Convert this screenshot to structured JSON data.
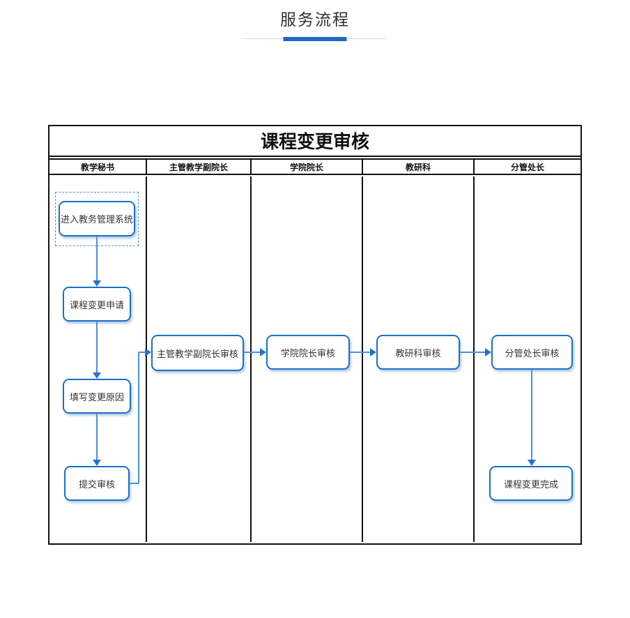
{
  "page": {
    "title": "服务流程"
  },
  "diagram": {
    "title": "课程变更审核",
    "lanes": [
      {
        "label": "教学秘书"
      },
      {
        "label": "主管教学副院长"
      },
      {
        "label": "学院院长"
      },
      {
        "label": "教研科"
      },
      {
        "label": "分管处长"
      }
    ],
    "nodes": [
      {
        "id": "enter-system",
        "label": "进入教务管理系统",
        "lane": "教学秘书",
        "shape": "rounded-with-dashed-frame"
      },
      {
        "id": "change-request",
        "label": "课程变更申请",
        "lane": "教学秘书",
        "shape": "rounded"
      },
      {
        "id": "fill-reason",
        "label": "填写变更原因",
        "lane": "教学秘书",
        "shape": "rounded"
      },
      {
        "id": "submit-review",
        "label": "提交审核",
        "lane": "教学秘书",
        "shape": "rounded"
      },
      {
        "id": "vice-dean-review",
        "label": "主管教学副院长审核",
        "lane": "主管教学副院长",
        "shape": "rounded"
      },
      {
        "id": "dean-review",
        "label": "学院院长审核",
        "lane": "学院院长",
        "shape": "rounded"
      },
      {
        "id": "research-review",
        "label": "教研科审核",
        "lane": "教研科",
        "shape": "rounded"
      },
      {
        "id": "director-review",
        "label": "分管处长审核",
        "lane": "分管处长",
        "shape": "rounded"
      },
      {
        "id": "change-complete",
        "label": "课程变更完成",
        "lane": "分管处长",
        "shape": "rounded"
      }
    ],
    "edges": [
      {
        "from": "enter-system",
        "to": "change-request"
      },
      {
        "from": "change-request",
        "to": "fill-reason"
      },
      {
        "from": "fill-reason",
        "to": "submit-review"
      },
      {
        "from": "submit-review",
        "to": "vice-dean-review"
      },
      {
        "from": "vice-dean-review",
        "to": "dean-review"
      },
      {
        "from": "dean-review",
        "to": "research-review"
      },
      {
        "from": "research-review",
        "to": "director-review"
      },
      {
        "from": "director-review",
        "to": "change-complete"
      }
    ],
    "colors": {
      "frame": "#111111",
      "node_border": "#1770cc",
      "connector": "#4a90dc",
      "arrowhead": "#2372d0",
      "accent_bar": "#2266c8",
      "underline": "#ccdcee",
      "text": "#333333"
    }
  }
}
